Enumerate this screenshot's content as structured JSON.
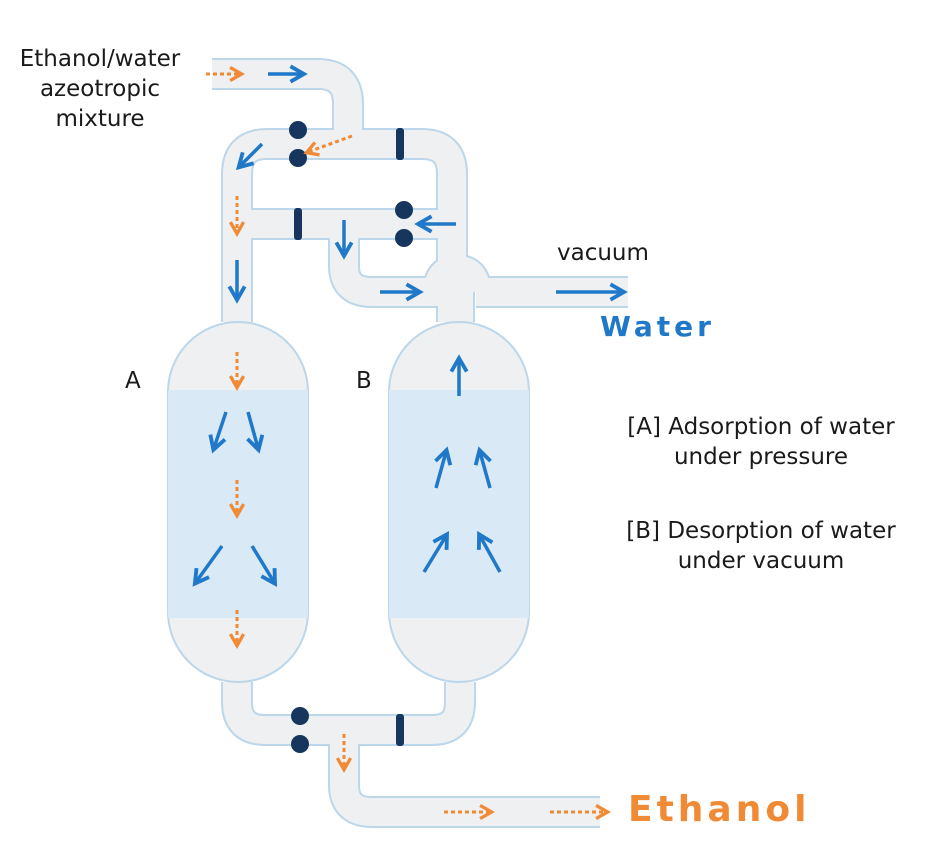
{
  "labels": {
    "inlet_line1": "Ethanol/water",
    "inlet_line2": "azeotropic",
    "inlet_line3": "mixture",
    "vacuum": "vacuum",
    "water": "Water",
    "vessel_a": "A",
    "vessel_b": "B",
    "legend_a_line1": "[A] Adsorption of water",
    "legend_a_line2": "under pressure",
    "legend_b_line1": "[B] Desorption of water",
    "legend_b_line2": "under vacuum",
    "ethanol": "Ethanol"
  },
  "colors": {
    "pipe_fill": "#eef0f2",
    "pipe_outline": "#bcd6ea",
    "bed_fill": "#d9e9f6",
    "water_arrow": "#1f78c8",
    "ethanol_arrow": "#f08a34",
    "valve": "#17365d"
  }
}
